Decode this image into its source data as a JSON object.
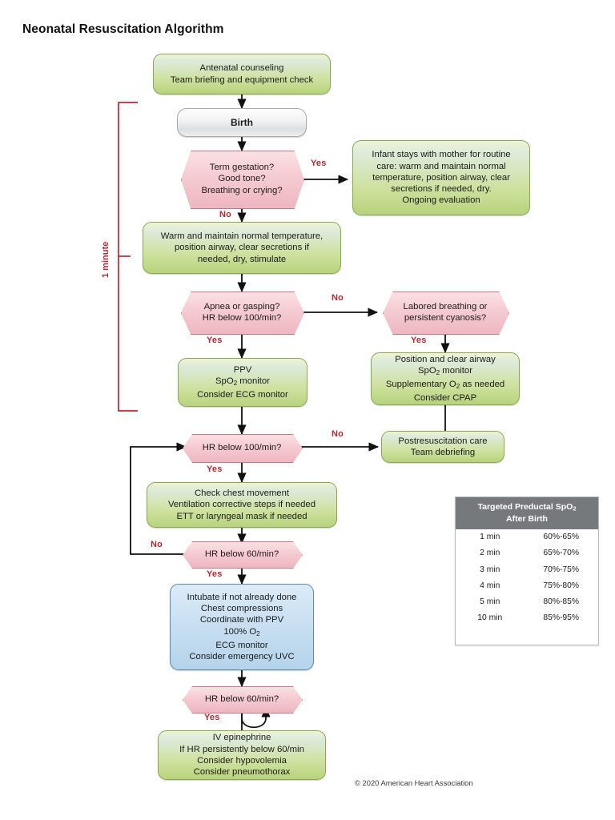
{
  "title": "Neonatal Resuscitation Algorithm",
  "copyright": "© 2020 American Heart Association",
  "bracket": {
    "label": "1 minute",
    "color": "#c0262f"
  },
  "colors": {
    "green_fill": "#cfe2a0",
    "green_border": "#8aa94f",
    "pink_fill": "#f5cbd2",
    "pink_border": "#d4757f",
    "blue_fill": "#b4d3ea",
    "blue_border": "#5b8ab5",
    "grey_fill": "#eceeef",
    "grey_border": "#a9acae",
    "label_red": "#c0262f",
    "table_header_bg": "#76797b"
  },
  "nodes": {
    "antenatal": {
      "type": "process",
      "line1": "Antenatal counseling",
      "line2": "Team briefing and equipment check"
    },
    "birth": {
      "type": "terminal",
      "label": "Birth"
    },
    "term_gestation": {
      "type": "decision",
      "line1": "Term gestation?",
      "line2": "Good tone?",
      "line3": "Breathing or crying?"
    },
    "routine_care": {
      "type": "process",
      "line1": "Infant stays with mother for routine",
      "line2": "care: warm and maintain normal",
      "line3": "temperature, position airway, clear",
      "line4": "secretions if needed, dry.",
      "line5": "Ongoing evaluation"
    },
    "warm_maintain": {
      "type": "process",
      "line1": "Warm and maintain normal temperature,",
      "line2": "position airway, clear secretions if",
      "line3": "needed, dry, stimulate"
    },
    "apnea": {
      "type": "decision",
      "line1": "Apnea or gasping?",
      "line2": "HR below 100/min?"
    },
    "labored": {
      "type": "decision",
      "line1": "Labored breathing or",
      "line2": "persistent cyanosis?"
    },
    "ppv": {
      "type": "process",
      "line1": "PPV",
      "line2_pre": "SpO",
      "line2_sub": "2",
      "line2_post": " monitor",
      "line3": "Consider ECG monitor"
    },
    "position_clear": {
      "type": "process",
      "line1": "Position and clear airway",
      "line2_pre": "SpO",
      "line2_sub": "2",
      "line2_post": " monitor",
      "line3_pre": "Supplementary O",
      "line3_sub": "2",
      "line3_post": " as needed",
      "line4": "Consider CPAP"
    },
    "hr_100": {
      "type": "decision",
      "line1": "HR below 100/min?"
    },
    "postresus": {
      "type": "process",
      "line1": "Postresuscitation care",
      "line2": "Team debriefing"
    },
    "check_chest": {
      "type": "process",
      "line1": "Check chest movement",
      "line2": "Ventilation corrective steps if needed",
      "line3": "ETT or laryngeal mask if needed"
    },
    "hr_60_a": {
      "type": "decision",
      "line1": "HR below 60/min?"
    },
    "intubate": {
      "type": "process",
      "line1": "Intubate if not already done",
      "line2": "Chest compressions",
      "line3": "Coordinate with PPV",
      "line4_pre": "100% O",
      "line4_sub": "2",
      "line4_post": "",
      "line5": "ECG monitor",
      "line6": "Consider emergency UVC"
    },
    "hr_60_b": {
      "type": "decision",
      "line1": "HR below 60/min?"
    },
    "epinephrine": {
      "type": "process",
      "line1": "IV epinephrine",
      "line2": "If HR persistently below 60/min",
      "line3": "Consider hypovolemia",
      "line4": "Consider pneumothorax"
    }
  },
  "edge_labels": {
    "term_yes": "Yes",
    "term_no": "No",
    "apnea_no": "No",
    "apnea_yes": "Yes",
    "labored_yes": "Yes",
    "hr100_no": "No",
    "hr100_yes": "Yes",
    "hr60a_no": "No",
    "hr60a_yes": "Yes",
    "hr60b_yes": "Yes"
  },
  "table": {
    "header_line1_pre": "Targeted Preductal SpO",
    "header_line1_sub": "2",
    "header_line2": "After Birth",
    "rows": [
      {
        "time": "1 min",
        "range": "60%-65%"
      },
      {
        "time": "2 min",
        "range": "65%-70%"
      },
      {
        "time": "3 min",
        "range": "70%-75%"
      },
      {
        "time": "4 min",
        "range": "75%-80%"
      },
      {
        "time": "5 min",
        "range": "80%-85%"
      },
      {
        "time": "10 min",
        "range": "85%-95%"
      }
    ]
  }
}
